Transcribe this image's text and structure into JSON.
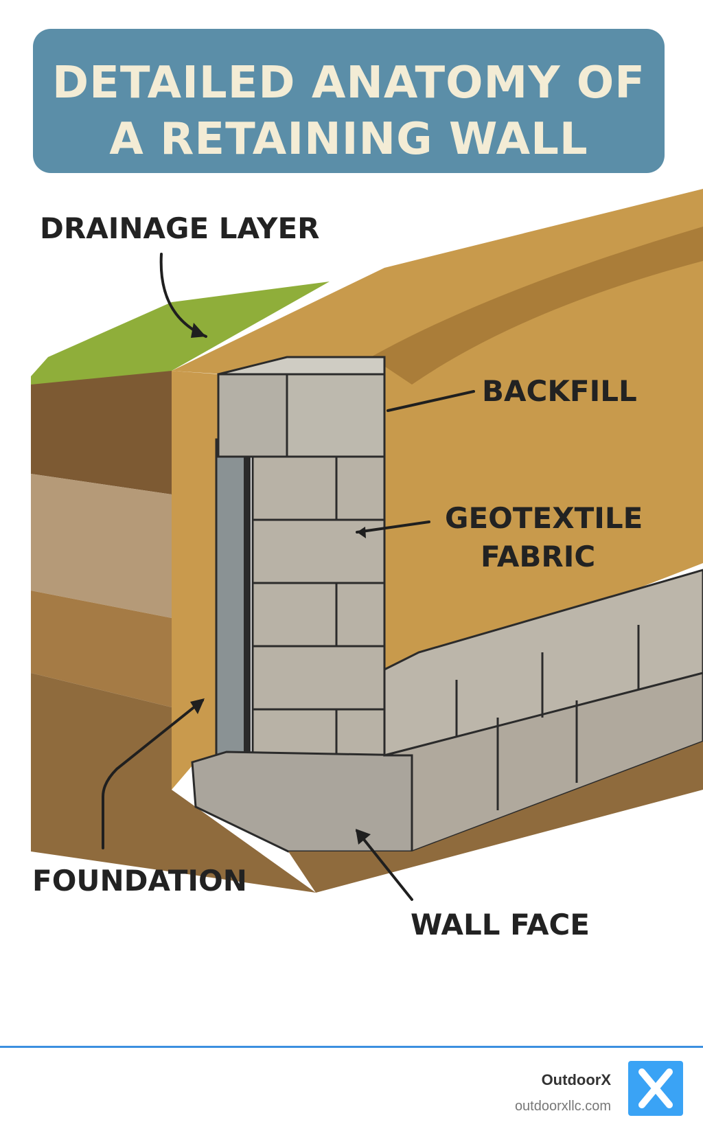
{
  "title": {
    "line1": "DETAILED ANATOMY OF",
    "line2": "A RETAINING WALL"
  },
  "labels": {
    "drainage_layer": "DRAINAGE LAYER",
    "backfill": "BACKFILL",
    "geotextile_line1": "GEOTEXTILE",
    "geotextile_line2": "FABRIC",
    "foundation": "FOUNDATION",
    "wall_face": "WALL FACE"
  },
  "brand": {
    "name": "OutdoorX",
    "url": "outdoorxllc.com",
    "logo_glyph": "X"
  },
  "colors": {
    "title_bg": "#5b8ea8",
    "title_text": "#f3ecd5",
    "footer_line": "#3b8fe0",
    "logo_bg": "#3aa3f5"
  }
}
